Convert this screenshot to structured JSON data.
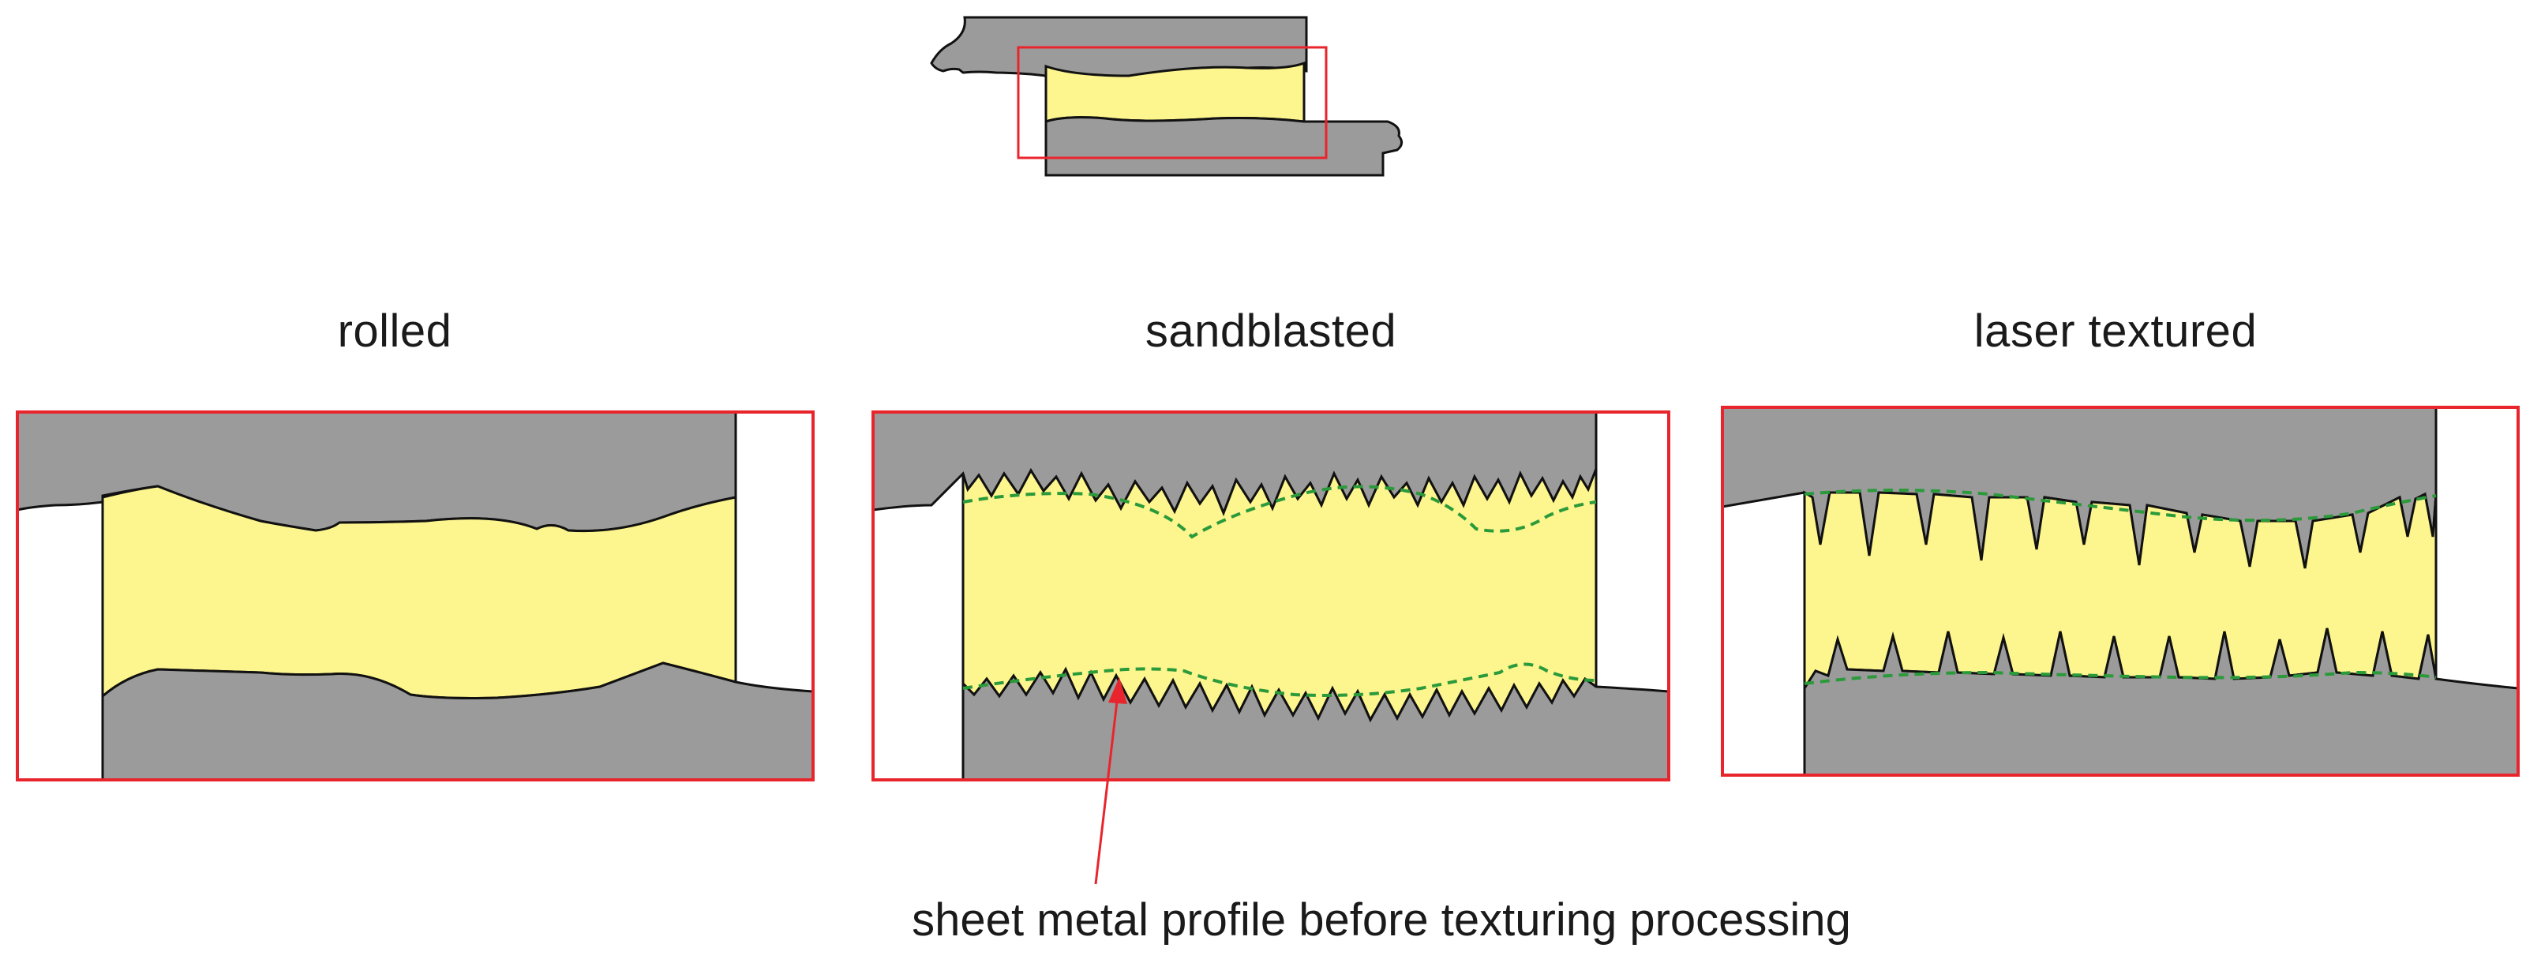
{
  "panels": [
    {
      "id": "rolled",
      "title": "rolled"
    },
    {
      "id": "sandblasted",
      "title": "sandblasted"
    },
    {
      "id": "laser",
      "title": "laser textured"
    }
  ],
  "annotation": {
    "text": "sheet metal profile before texturing processing"
  },
  "colors": {
    "metal": "#9b9b9b",
    "adhesive": "#fdf58d",
    "frame": "#e8252c",
    "original_profile": "#2a9a3a",
    "outline": "#111111"
  }
}
